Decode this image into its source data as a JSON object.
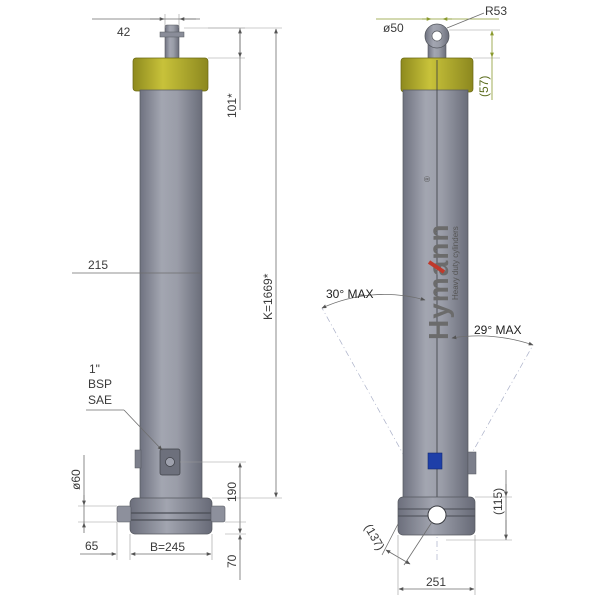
{
  "left_view": {
    "dim_rod_diameter": "42",
    "dim_head_height": "101*",
    "dim_body_diameter": "215",
    "dim_total_length": "K=1669*",
    "port_size": "1\"",
    "port_thread_1": "BSP",
    "port_thread_2": "SAE",
    "dim_port_height": "190",
    "dim_mount_diameter": "ø60",
    "dim_mount_offset": "65",
    "dim_base_width": "B=245",
    "dim_base_height": "70"
  },
  "right_view": {
    "dim_eye_diameter": "ø50",
    "dim_eye_radius": "R53",
    "dim_top_offset": "(57)",
    "brand_name": "Hymann",
    "brand_tagline": "Heavy duty cylinders",
    "brand_registered": "®",
    "angle_left": "30° MAX",
    "angle_right": "29° MAX",
    "dim_bottom_height": "(115)",
    "dim_diag": "(137)",
    "dim_bottom_width": "251"
  },
  "colors": {
    "body": "#8f929e",
    "collar": "#b4ae2f",
    "port_blue": "#1e3fa8",
    "brand_red": "#c0392b"
  }
}
